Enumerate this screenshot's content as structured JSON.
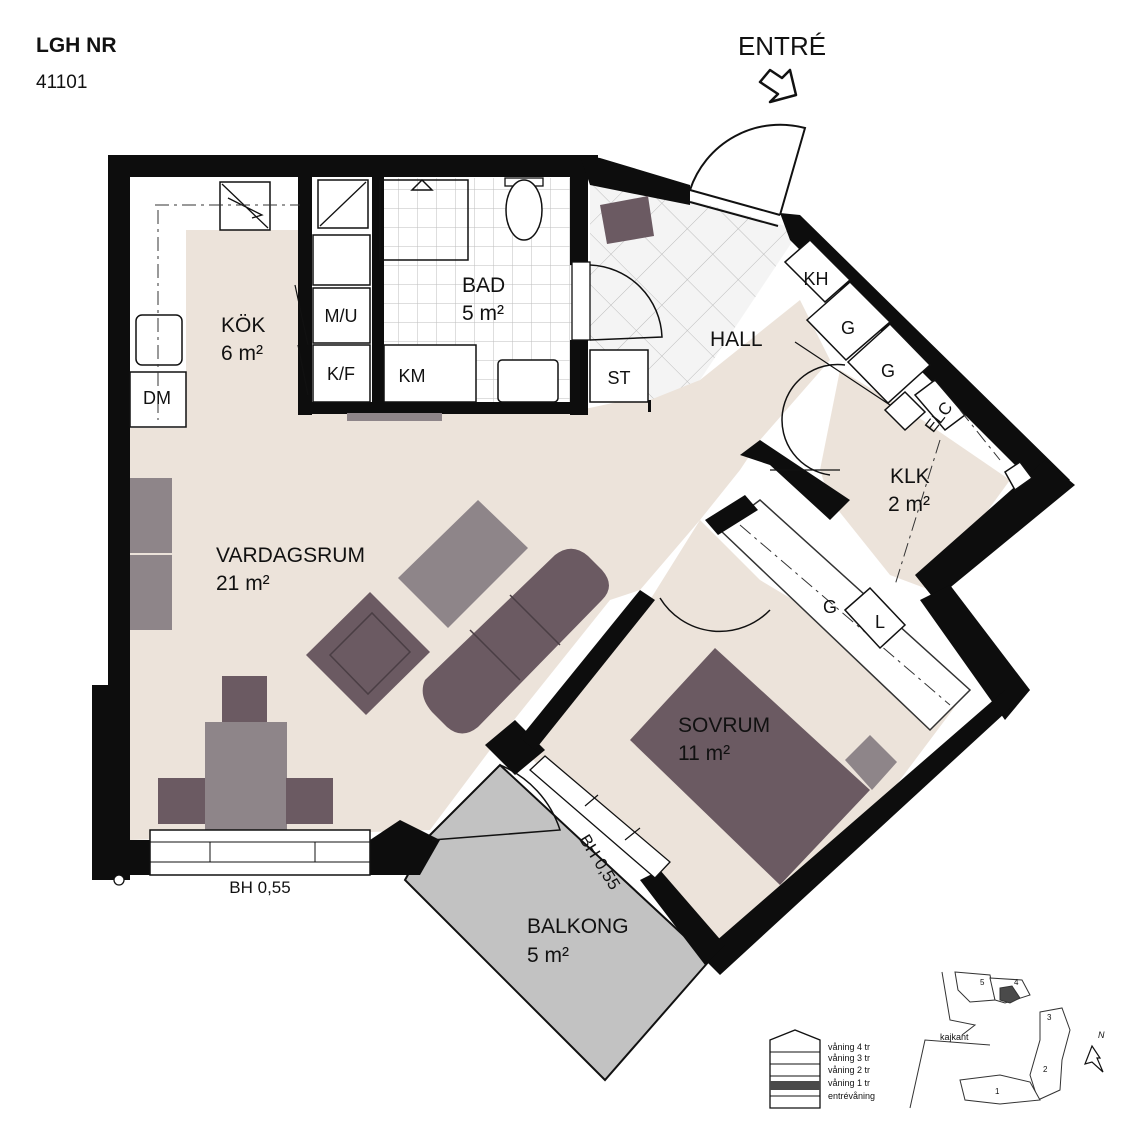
{
  "header": {
    "title": "LGH NR",
    "number": "41101"
  },
  "entrance": {
    "label": "ENTRÉ"
  },
  "rooms": [
    {
      "id": "kok",
      "name": "KÖK",
      "area": "6 m²"
    },
    {
      "id": "bad",
      "name": "BAD",
      "area": "5 m²"
    },
    {
      "id": "hall",
      "name": "HALL",
      "area": ""
    },
    {
      "id": "klk",
      "name": "KLK",
      "area": "2 m²"
    },
    {
      "id": "vardagsrum",
      "name": "VARDAGSRUM",
      "area": "21 m²"
    },
    {
      "id": "sovrum",
      "name": "SOVRUM",
      "area": "11 m²"
    },
    {
      "id": "balkong",
      "name": "BALKONG",
      "area": "5 m²"
    }
  ],
  "fixtures": {
    "mu": "M/U",
    "kf": "K/F",
    "km": "KM",
    "dm": "DM",
    "st": "ST",
    "kh": "KH",
    "g": "G",
    "elc": "ELC",
    "l": "L"
  },
  "windows": {
    "bh_living": "BH 0,55",
    "bh_balcony": "BH 0,55"
  },
  "legend": {
    "floors": [
      "våning 4 tr",
      "våning 3 tr",
      "våning 2 tr",
      "våning 1 tr",
      "entrévåning"
    ],
    "highlighted_floor": "våning 1 tr",
    "site_label": "kajkant",
    "north_label": "N",
    "building_numbers": [
      "5",
      "4",
      "3",
      "2",
      "1"
    ]
  },
  "colors": {
    "wall": "#0d0d0d",
    "floor": "#ece3da",
    "furniture_dark": "#6b5a62",
    "furniture_mid": "#8e8589",
    "balcony": "#c2c2c2",
    "tile_line": "#bcbcbc"
  }
}
